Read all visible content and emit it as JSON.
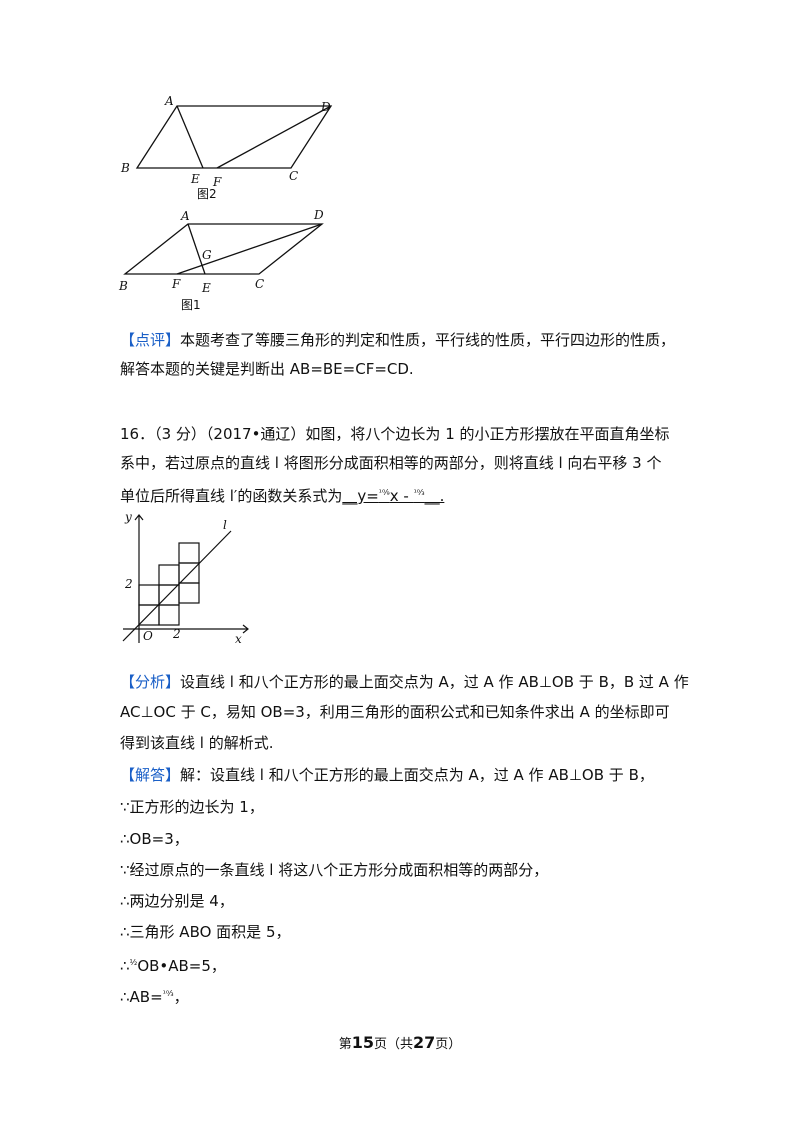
{
  "fig2": {
    "labels": {
      "A": "A",
      "D": "D",
      "B": "B",
      "E": "E",
      "F": "F",
      "C": "C"
    },
    "caption": "图2"
  },
  "fig1": {
    "labels": {
      "A": "A",
      "D": "D",
      "G": "G",
      "B": "B",
      "F": "F",
      "E": "E",
      "C": "C"
    },
    "caption": "图1"
  },
  "comment": {
    "tag": "【点评】",
    "line1": "本题考查了等腰三角形的判定和性质，平行线的性质，平行四边形的性质，",
    "line2": "解答本题的关键是判断出 AB=BE=CF=CD."
  },
  "problem": {
    "line1": "16．（3 分）（2017•通辽）如图，将八个边长为 1 的小正方形摆放在平面直角坐标",
    "line2": "系中，若过原点的直线 l 将图形分成面积相等的两部分，则将直线 l 向右平移 3 个",
    "line3_prefix": "单位后所得直线 l′的函数关系式为",
    "line3_answer": "__y=",
    "line3_frac1": "¹⁰⁄₉",
    "line3_mid": "x - ",
    "line3_frac2": "¹⁰⁄₃",
    "line3_end": "__."
  },
  "graph": {
    "y_label": "y",
    "x_label": "x",
    "l_label": "l",
    "origin_label": "O",
    "tick_x": "2",
    "tick_y": "2"
  },
  "analysis": {
    "tag": "【分析】",
    "line1": "设直线 l 和八个正方形的最上面交点为 A，过 A 作 AB⊥OB 于 B，B 过 A 作",
    "line2": "AC⊥OC 于 C，易知 OB=3，利用三角形的面积公式和已知条件求出 A 的坐标即可",
    "line3": "得到该直线 l 的解析式."
  },
  "solution": {
    "tag": "【解答】",
    "line1": "解：设直线 l 和八个正方形的最上面交点为 A，过 A 作 AB⊥OB 于 B，",
    "line2": "∵正方形的边长为 1，",
    "line3": "∴OB=3，",
    "line4": "∵经过原点的一条直线 l 将这八个正方形分成面积相等的两部分，",
    "line5": "∴两边分别是 4，",
    "line6": "∴三角形 ABO 面积是 5，",
    "line7_prefix": "∴",
    "line7_frac": "½",
    "line7_rest": "OB•AB=5，",
    "line8_prefix": "∴AB=",
    "line8_frac": "¹⁰⁄₃",
    "line8_end": "，"
  },
  "footer": {
    "pre": "第",
    "page": "15",
    "mid": "页（共",
    "total": "27",
    "post": "页）"
  }
}
